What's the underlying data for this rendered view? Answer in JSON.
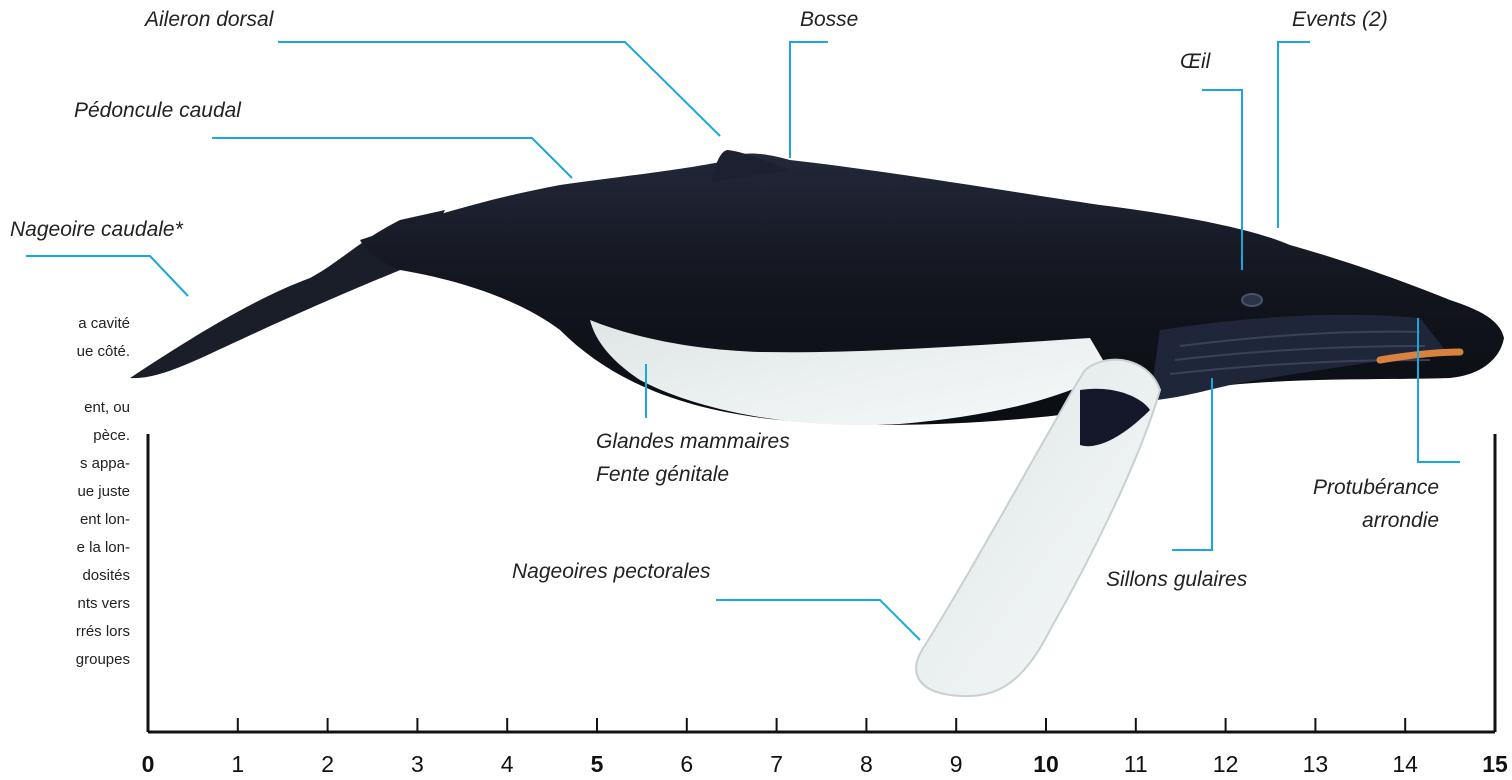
{
  "labels": {
    "aileron": "Aileron dorsal",
    "bosse": "Bosse",
    "events": "Events (2)",
    "oeil": "Œil",
    "pedoncule": "Pédoncule caudal",
    "nageoire_caudale": "Nageoire caudale*",
    "glandes": "Glandes mammaires\nFente génitale",
    "protuberance": "Protubérance\narrondie",
    "sillons": "Sillons gulaires",
    "pectorales": "Nageoires pectorales"
  },
  "side_text": [
    "a cavité",
    "ue côté.",
    "",
    "ent, ou",
    "pèce.",
    "s appa-",
    "ue juste",
    "ent lon-",
    "e la lon-",
    "dosités",
    "nts vers",
    "rrés lors",
    "groupes"
  ],
  "scale": {
    "ticks": [
      "0",
      "1",
      "2",
      "3",
      "4",
      "5",
      "6",
      "7",
      "8",
      "9",
      "10",
      "11",
      "12",
      "13",
      "14",
      "15"
    ],
    "bold": [
      "0",
      "5",
      "10",
      "15"
    ]
  },
  "colors": {
    "leader": "#1aa7de",
    "axis": "#111111",
    "whale_dark": "#12151d",
    "whale_belly": "#e8f1f1",
    "mouth": "#d9823f"
  }
}
